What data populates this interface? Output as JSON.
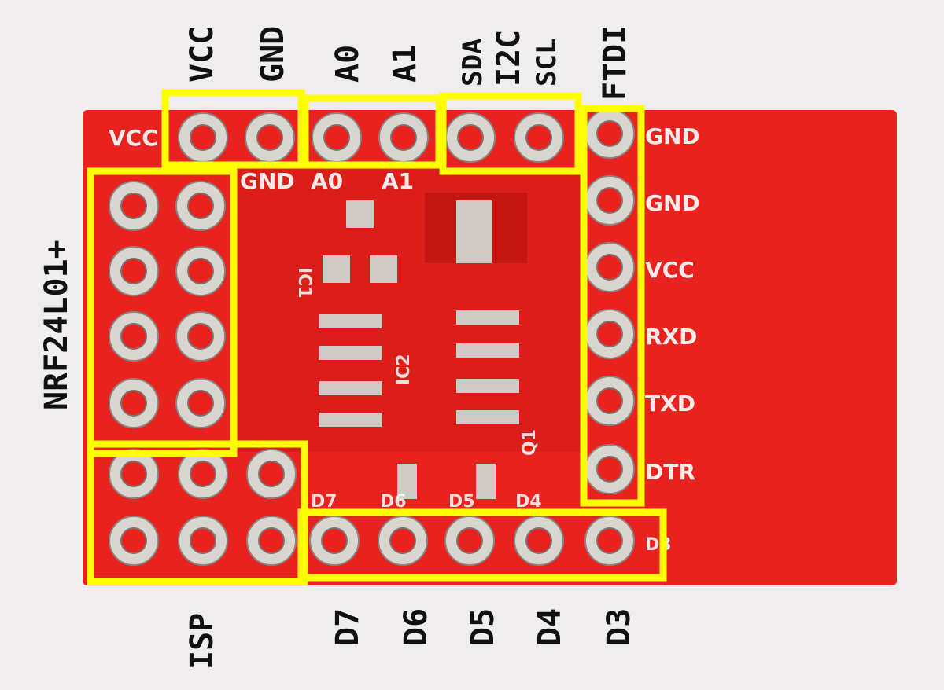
{
  "annotations": {
    "top": [
      "VCC",
      "GND",
      "A0",
      "A1",
      "SDA",
      "I2C",
      "SCL"
    ],
    "ftdi": "FTDI",
    "left": "NRF24L01+",
    "isp": "ISP",
    "bottom": [
      "D7",
      "D6",
      "D5",
      "D4",
      "D3"
    ]
  },
  "silkscreen": {
    "top_left_vcc": "VCC",
    "top_row": [
      "GND",
      "A0",
      "A1"
    ],
    "right_column": [
      "GND",
      "GND",
      "VCC",
      "RXD",
      "TXD",
      "DTR"
    ],
    "bottom_row": [
      "D7",
      "D6",
      "D5",
      "D4",
      "D3"
    ],
    "ic1": "IC1",
    "ic2": "IC2",
    "q1": "Q1"
  },
  "colors": {
    "board": "#e8231f",
    "highlight": "#ffff00",
    "pad": "#d9d6d2"
  }
}
